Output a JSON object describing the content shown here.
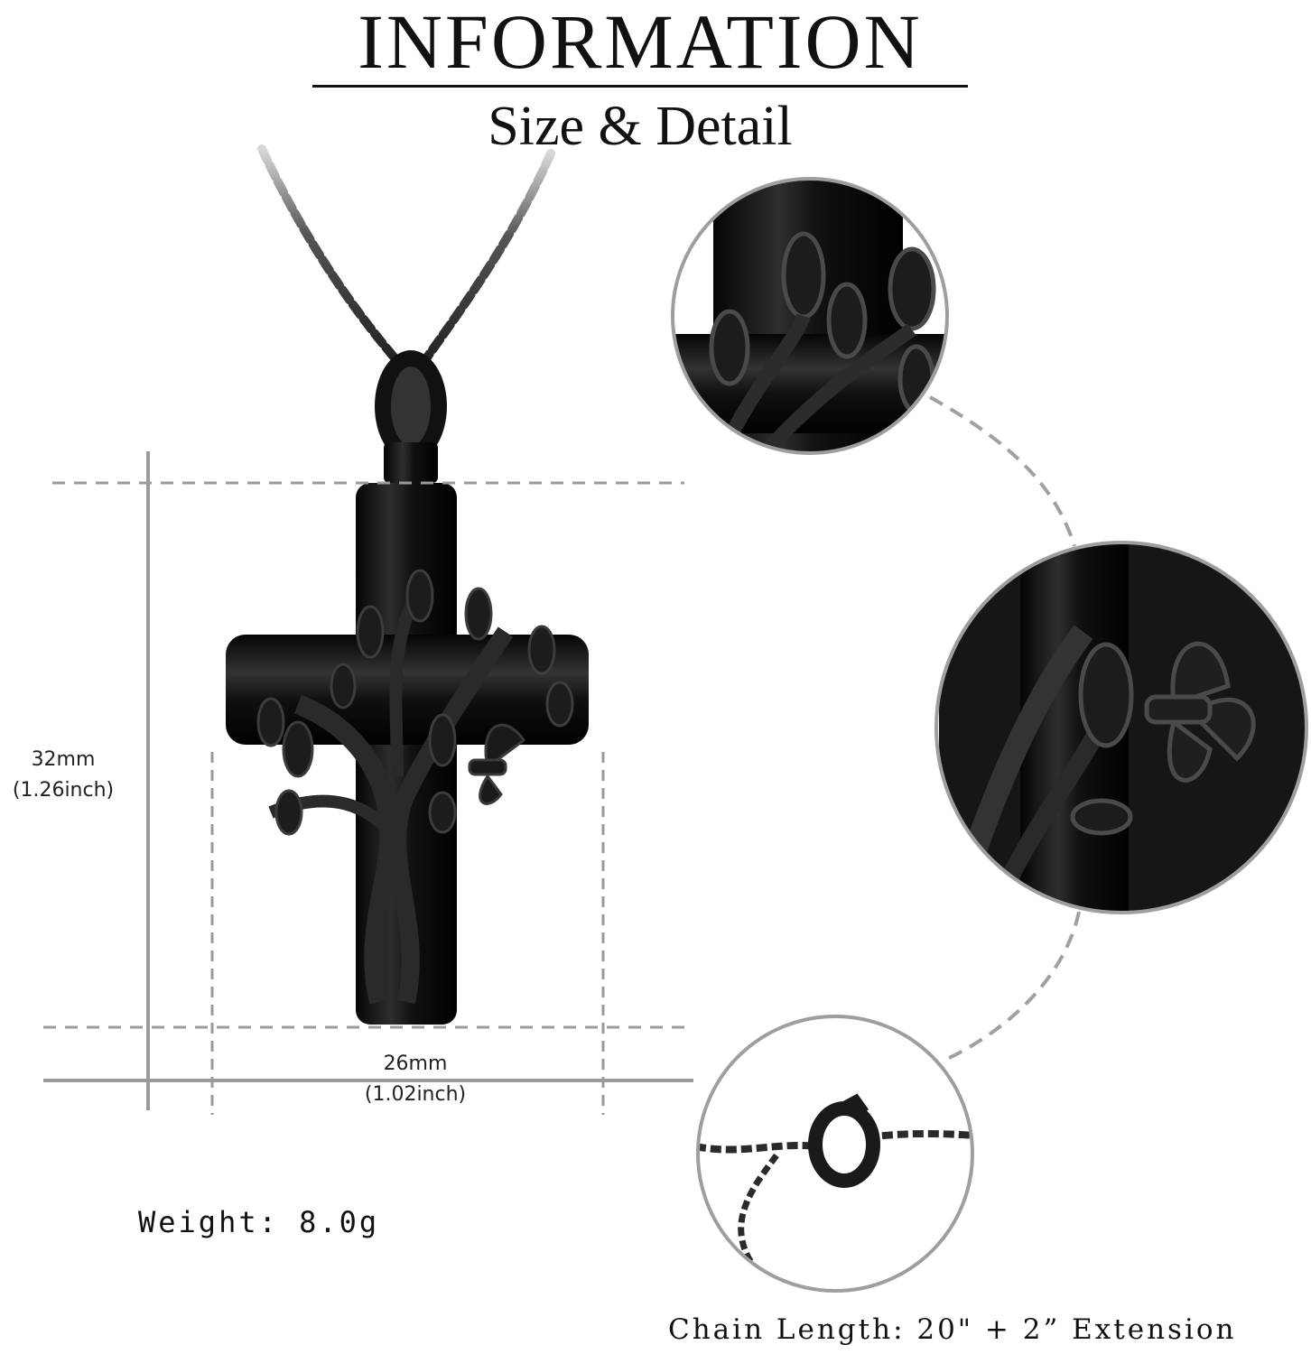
{
  "header": {
    "title": "INFORMATION",
    "subtitle": "Size & Detail"
  },
  "dimensions": {
    "height_mm": "32mm",
    "height_inch": "(1.26inch)",
    "width_mm": "26mm",
    "width_inch": "(1.02inch)"
  },
  "specs": {
    "weight": "Weight: 8.0g",
    "chain_length": "Chain Length: 20\" +  2”  Extension"
  },
  "colors": {
    "pendant": "#141414",
    "guide_line": "#9a9a9a",
    "circle_border": "#9e9e9e"
  }
}
